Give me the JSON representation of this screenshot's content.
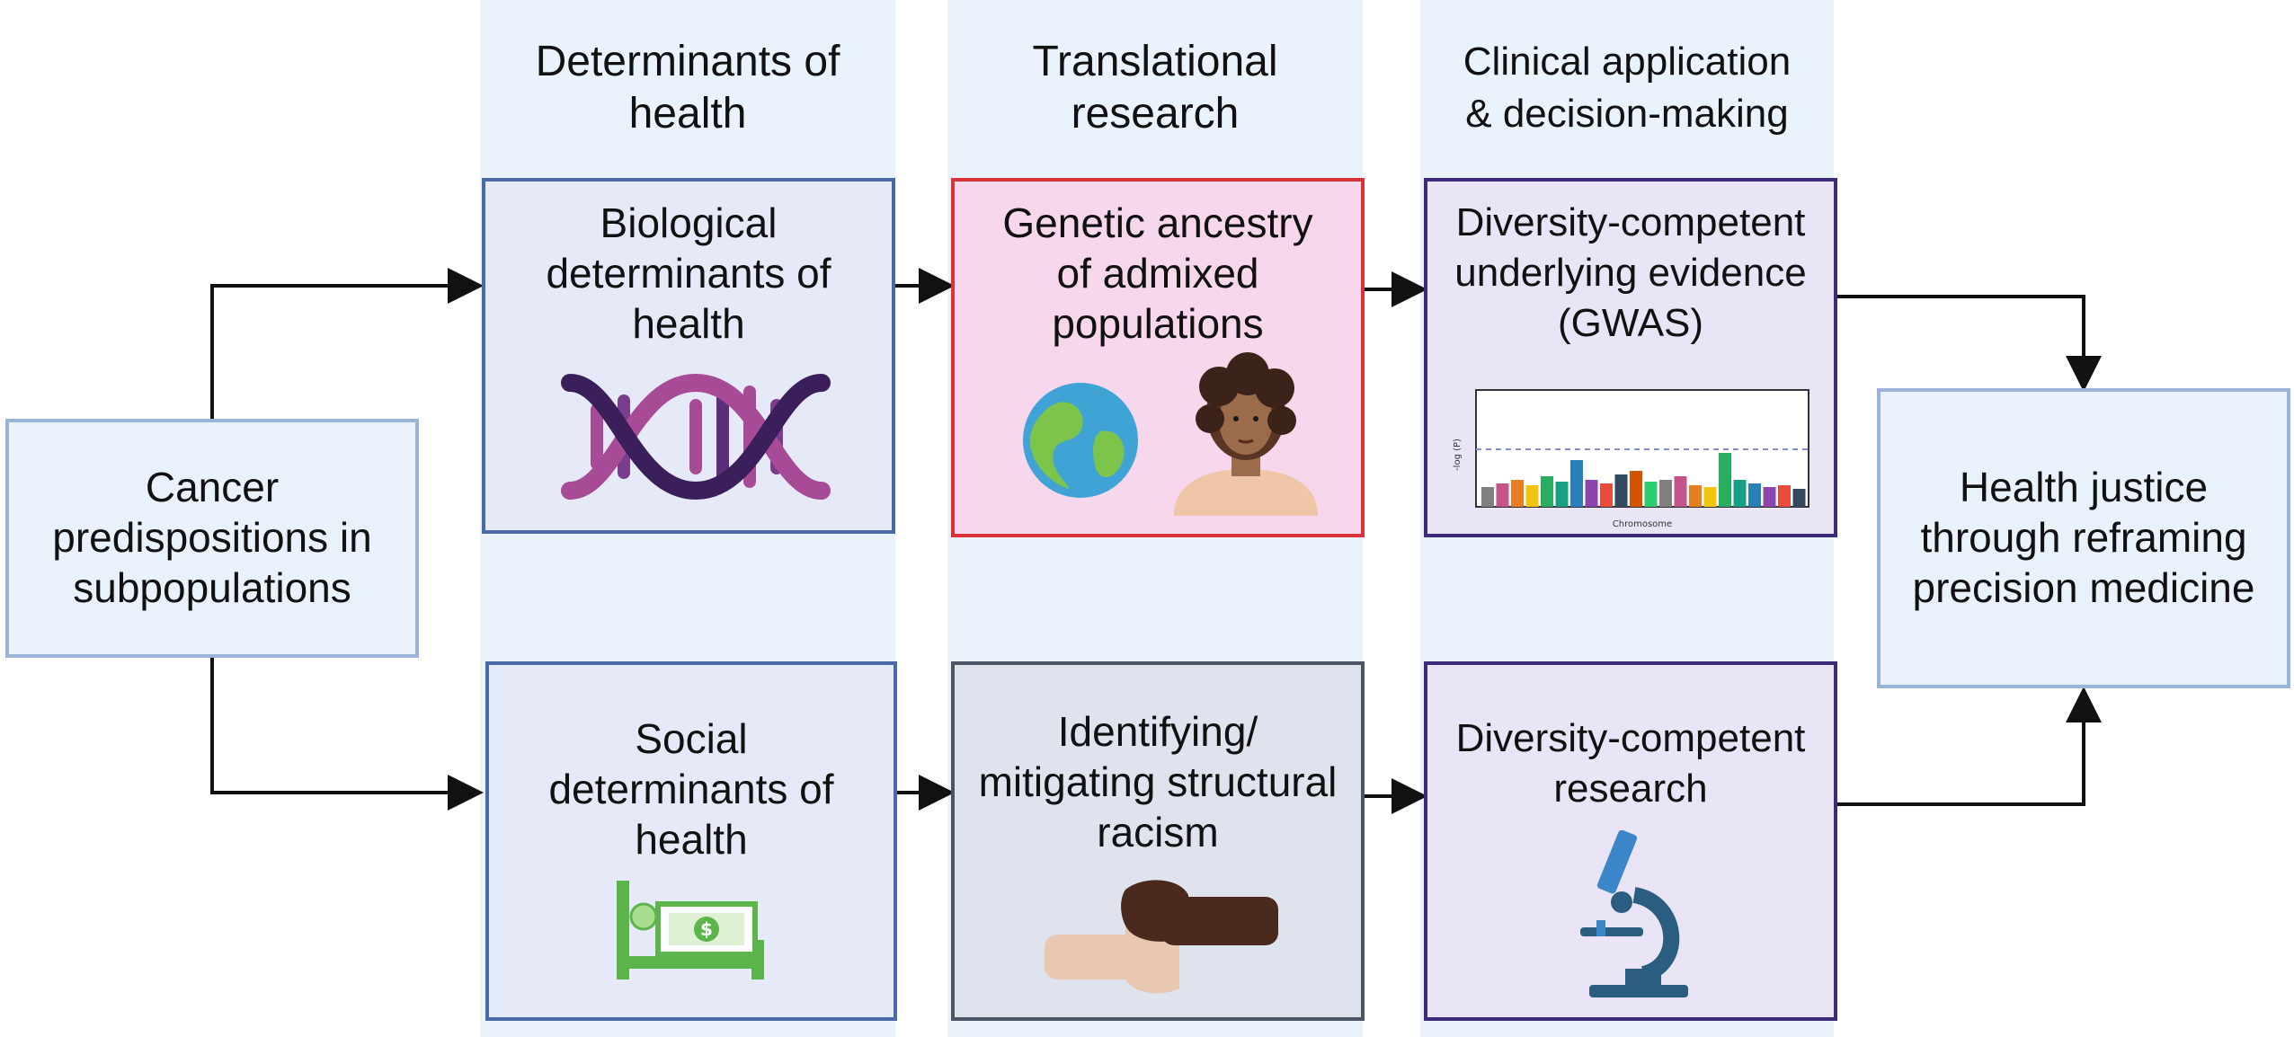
{
  "columns": {
    "determinants": "Determinants of\nhealth",
    "translational": "Translational\nresearch",
    "clinical": "Clinical application\n& decision-making"
  },
  "boxes": {
    "cancer": "Cancer\npredispositions in\nsubpopulations",
    "biological": "Biological\ndeterminants of\nhealth",
    "social": "Social\ndeterminants of\nhealth",
    "genetic": "Genetic ancestry\nof admixed\npopulations",
    "structural": "Identifying/\nmitigating structural\nracism",
    "gwas": "Diversity-competent\nunderlying evidence\n(GWAS)",
    "research": "Diversity-competent\nresearch",
    "justice": "Health justice\nthrough reframing\nprecision medicine"
  },
  "plot": {
    "ylabel": "-log (P)",
    "xlabel": "Chromosome"
  },
  "colors": {
    "column_bg": "#eaf2fb",
    "blue_box": "#e6eaf8",
    "blue_border": "#4a6aa6",
    "pink_box": "#f6d7ec",
    "red_border": "#d9333a",
    "gray_box": "#dfe3ee",
    "gray_border": "#4c5566",
    "lavender_box": "#e9e4f6",
    "purple_border": "#3d2a7a",
    "light_blue_box": "#e9f1fb",
    "light_blue_border": "#9ab3d6"
  },
  "icons": [
    "dna-icon",
    "globe-icon",
    "person-icon",
    "manhattan-plot-icon",
    "hospital-bed-money-icon",
    "clasped-hands-icon",
    "microscope-icon"
  ]
}
